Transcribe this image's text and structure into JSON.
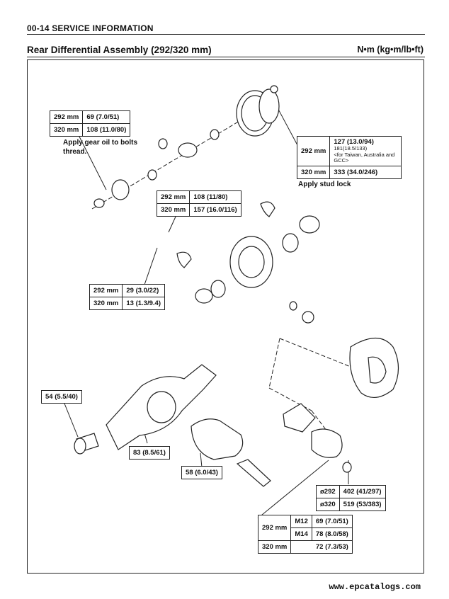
{
  "header": {
    "section": "00-14 SERVICE INFORMATION"
  },
  "title": "Rear Differential Assembly (292/320 mm)",
  "units": "N•m (kg•m/lb•ft)",
  "spec_a": {
    "r1_label": "292 mm",
    "r1_value": "69 (7.0/51)",
    "r2_label": "320 mm",
    "r2_value": "108 (11.0/80)"
  },
  "note_gear_oil": "Apply gear oil to bolts thread.",
  "spec_b": {
    "r1_label": "292 mm",
    "r1_value": "127 (13.0/94)",
    "r1_alt": "181(18.5/133)",
    "r1_alt_note": "<for Taiwan, Australia and GCC>",
    "r2_label": "320 mm",
    "r2_value": "333 (34.0/246)"
  },
  "note_stud_lock": "Apply stud lock",
  "spec_c": {
    "r1_label": "292 mm",
    "r1_value": "108 (11/80)",
    "r2_label": "320 mm",
    "r2_value": "157 (16.0/116)"
  },
  "spec_d": {
    "r1_label": "292 mm",
    "r1_value": "29 (3.0/22)",
    "r2_label": "320 mm",
    "r2_value": "13 (1.3/9.4)"
  },
  "torque_54": "54 (5.5/40)",
  "torque_83": "83 (8.5/61)",
  "torque_58": "58 (6.0/43)",
  "spec_e": {
    "r1_label": "ø292",
    "r1_value": "402 (41/297)",
    "r2_label": "ø320",
    "r2_value": "519 (53/383)"
  },
  "spec_f": {
    "label_292": "292 mm",
    "m12": "M12",
    "m12_value": "69 (7.0/51)",
    "m14": "M14",
    "m14_value": "78 (8.0/58)",
    "label_320": "320 mm",
    "value_320": "72 (7.3/53)"
  },
  "footer": "www.epcatalogs.com"
}
